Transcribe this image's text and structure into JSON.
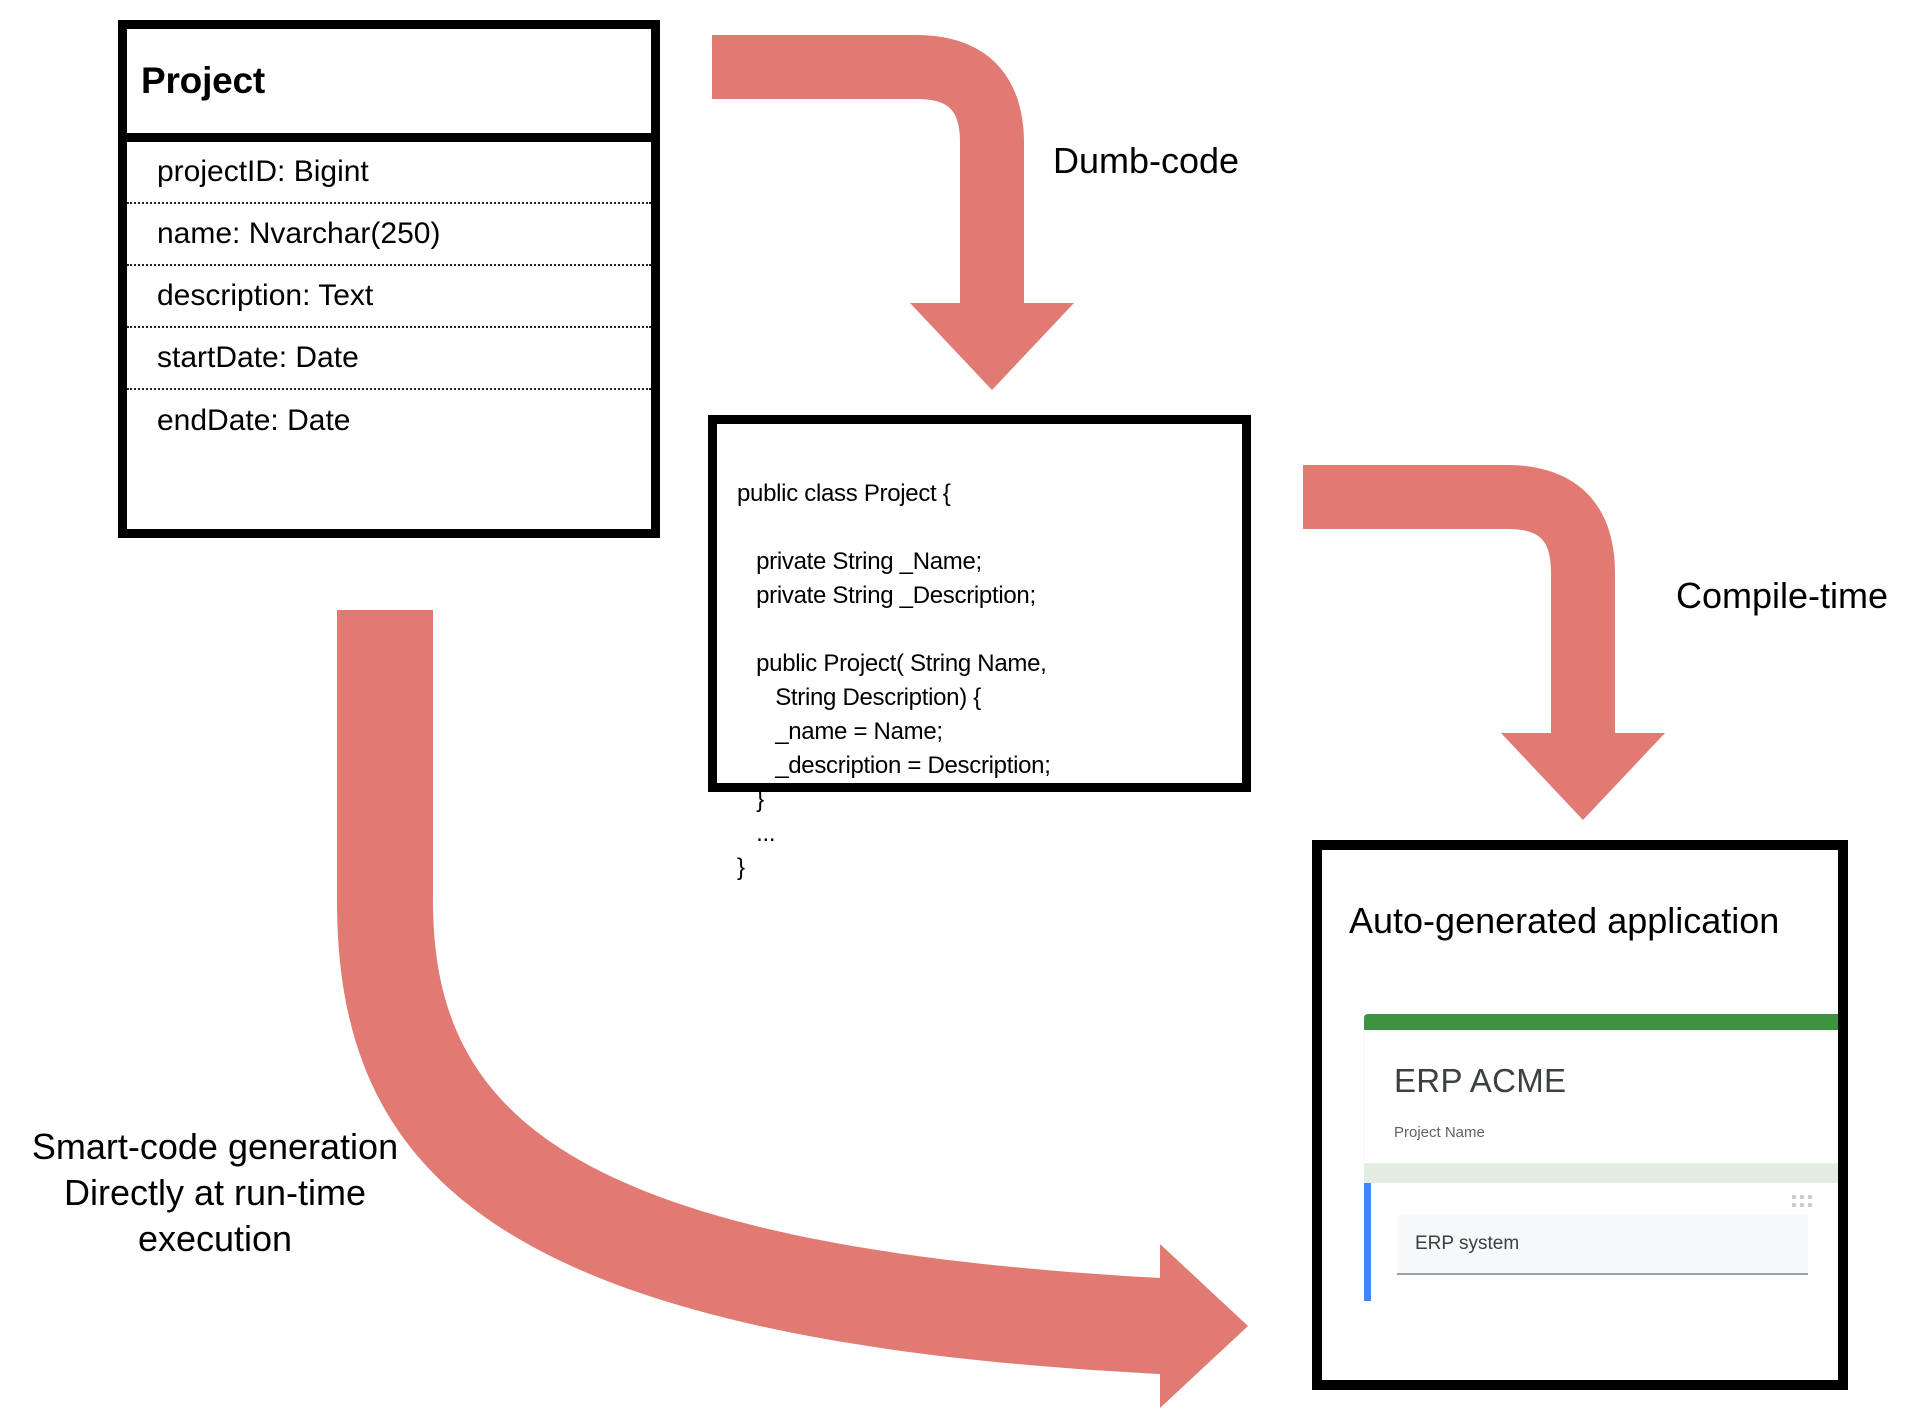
{
  "colors": {
    "arrow": "#e07a72",
    "outline": "#000000",
    "app_green": "#3d9440",
    "app_green_strip": "#e2ece0",
    "app_blue": "#4285f4",
    "mock_text": "#3c4043",
    "mock_label": "#5f6368",
    "mock_dot": "#c8ccd0",
    "mock_input_bg": "#f6f8f9",
    "mock_input_underline": "#9aa0a6"
  },
  "entity": {
    "title": "Project",
    "attributes": [
      "projectID: Bigint",
      "name: Nvarchar(250)",
      "description: Text",
      "startDate: Date",
      "endDate: Date"
    ]
  },
  "code": {
    "text": "public class Project {\n\n   private String _Name;\n   private String _Description;\n\n   public Project( String Name,\n      String Description) {\n      _name = Name;\n      _description = Description;\n   }\n   ...\n}"
  },
  "flow": {
    "dumb_code_label": "Dumb-code",
    "compile_time_label": "Compile-time",
    "smart_code_label": "Smart-code generation\nDirectly at run-time\nexecution",
    "arrows": [
      {
        "name": "dumb-code-arrow",
        "from": "entity-box",
        "to": "code-box",
        "direction": "down"
      },
      {
        "name": "compile-time-arrow",
        "from": "code-box",
        "to": "app-box",
        "direction": "down"
      },
      {
        "name": "smart-code-arrow",
        "from": "entity-box",
        "to": "app-box",
        "direction": "right"
      }
    ]
  },
  "app": {
    "title": "Auto-generated application",
    "mock": {
      "brand": "ERP ACME",
      "field_label": "Project Name",
      "input_value": "ERP system",
      "dots_icon": "grid-dots-icon"
    }
  }
}
